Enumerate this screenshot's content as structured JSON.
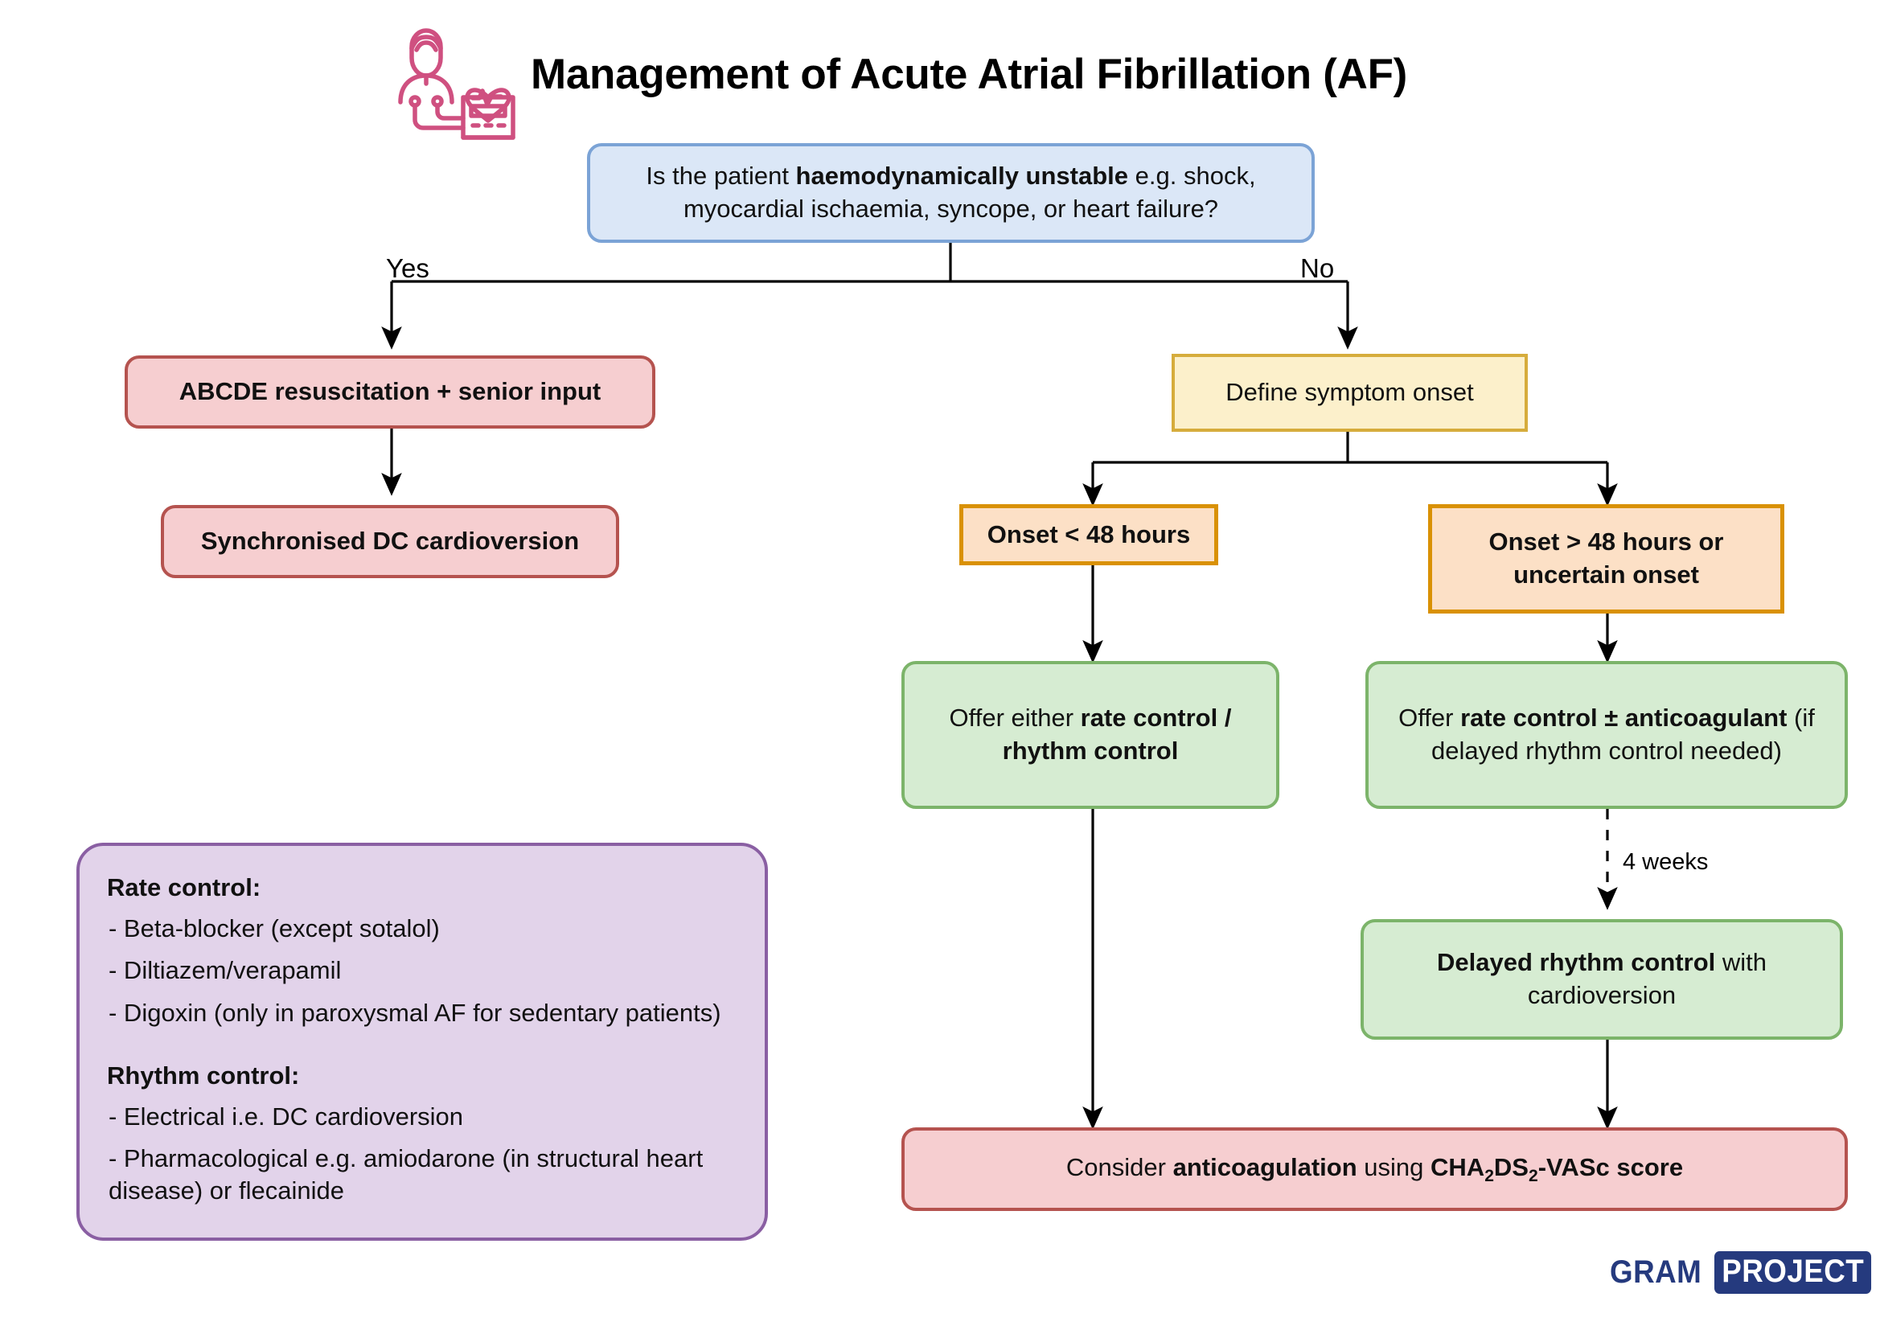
{
  "page": {
    "title": "Management of Acute Atrial Fibrillation (AF)",
    "icon": "clinician-with-defibrillator-icon"
  },
  "colors": {
    "blue_fill": "#dbe7f7",
    "blue_border": "#7ba3d6",
    "red_fill": "#f6ced0",
    "red_border": "#b5534f",
    "yellow_fill": "#fcf0cb",
    "yellow_border": "#d6ac3c",
    "orange_fill": "#fce0c6",
    "orange_border": "#d99103",
    "green_fill": "#d6ecd2",
    "green_border": "#7cb46a",
    "purple_fill": "#e2d3ea",
    "purple_border": "#8a5fa3",
    "logo_navy": "#253a7e",
    "icon_pink": "#cf5080"
  },
  "nodes": {
    "decision": {
      "line1_pre": "Is the patient ",
      "line1_bold": "haemodynamically unstable",
      "line1_post": " e.g. shock,",
      "line2": "myocardial ischaemia, syncope, or heart failure?"
    },
    "abcde": {
      "text": "ABCDE resuscitation + senior input"
    },
    "dc_cardioversion": {
      "text": "Synchronised DC cardioversion"
    },
    "define_onset": {
      "text": "Define symptom onset"
    },
    "onset_lt48": {
      "text": "Onset < 48 hours"
    },
    "onset_gt48": {
      "line1": "Onset > 48 hours or",
      "line2": "uncertain onset"
    },
    "offer_either": {
      "pre": "Offer either ",
      "bold": "rate control / rhythm control"
    },
    "offer_rate_anticoag": {
      "pre": "Offer ",
      "bold": "rate control ± anticoagulant",
      "post": " (if delayed rhythm control needed)"
    },
    "delayed_rhythm": {
      "bold": "Delayed rhythm control",
      "post": " with cardioversion"
    },
    "consider_anticoag": {
      "pre": "Consider ",
      "bold": "anticoagulation",
      "mid": " using ",
      "score_a": "CHA",
      "score_sub1": "2",
      "score_b": "DS",
      "score_sub2": "2",
      "score_c": "-VASc score"
    }
  },
  "edges": {
    "yes_label": "Yes",
    "no_label": "No",
    "four_weeks_label": "4 weeks"
  },
  "legend": {
    "rate_control_heading": "Rate control:",
    "rate_control_items": [
      "- Beta-blocker (except sotalol)",
      "- Diltiazem/verapamil",
      "- Digoxin (only in paroxysmal AF for sedentary patients)"
    ],
    "rhythm_control_heading": "Rhythm control:",
    "rhythm_control_items": [
      "- Electrical i.e. DC cardioversion",
      "- Pharmacological e.g. amiodarone (in structural heart disease) or flecainide"
    ]
  },
  "logo": {
    "word1": "GRAM",
    "word2": "PROJECT"
  }
}
